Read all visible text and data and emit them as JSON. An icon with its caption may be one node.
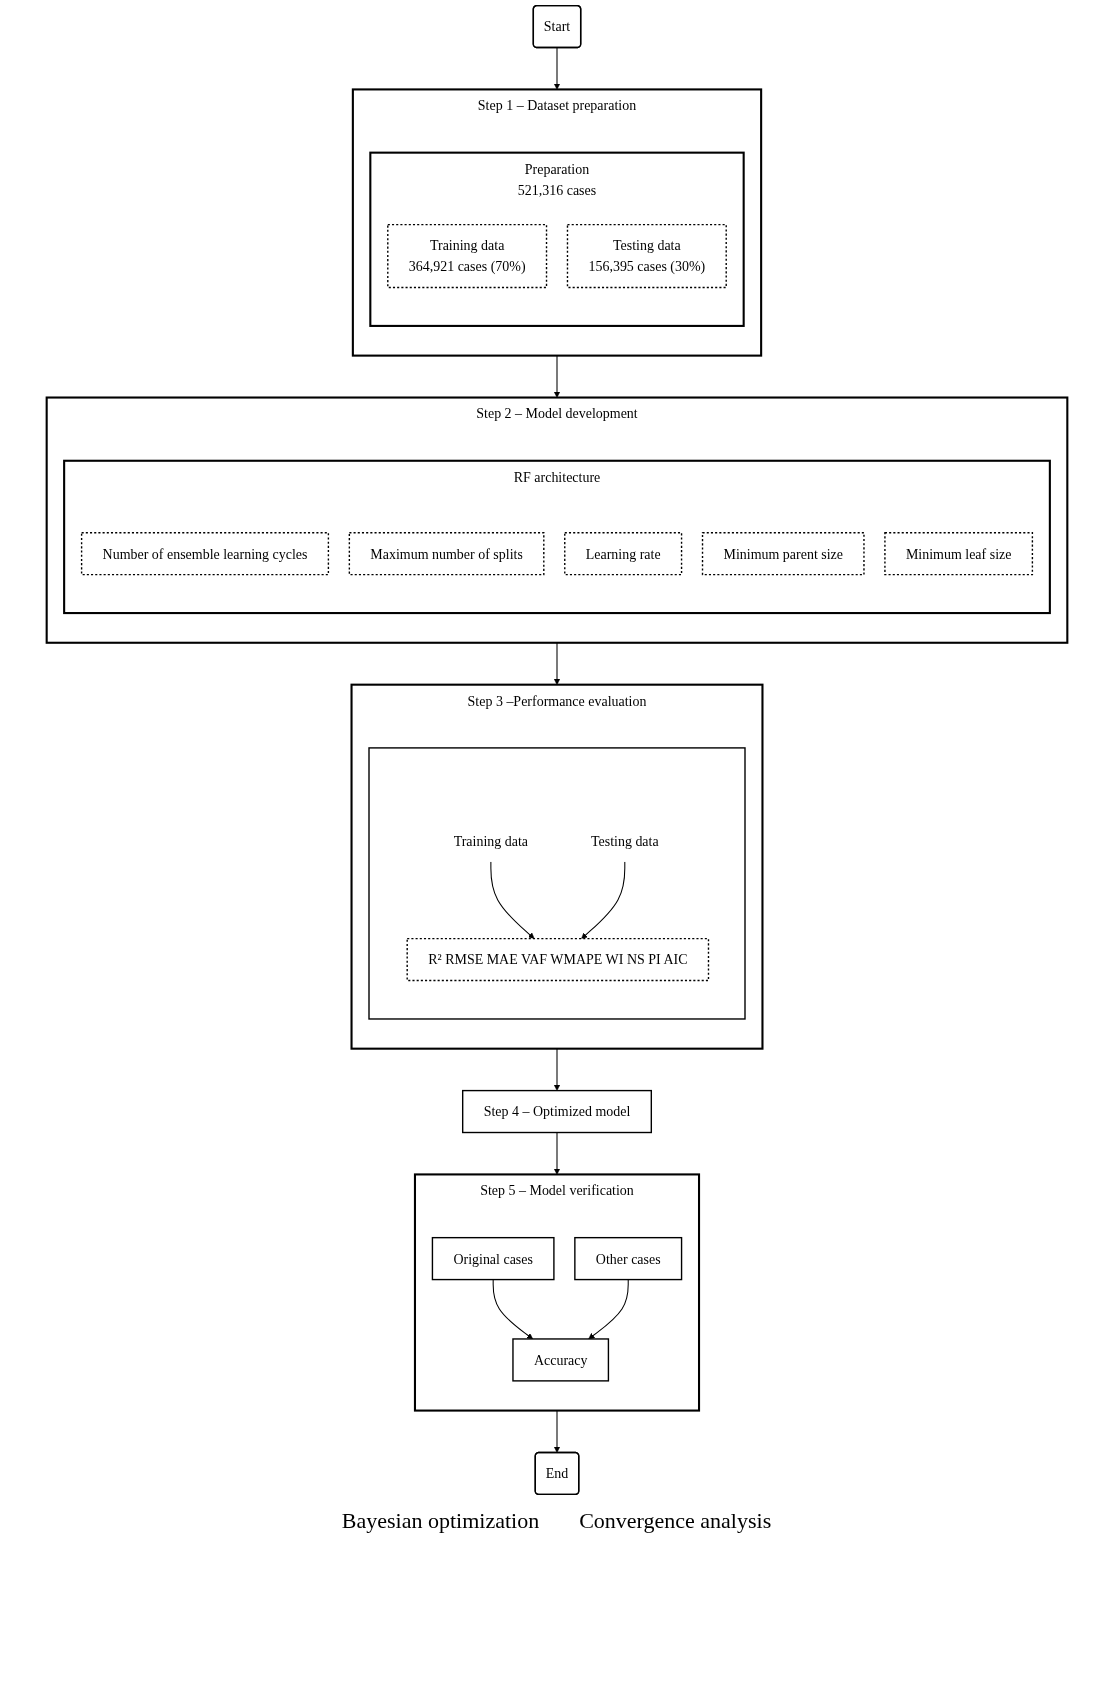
{
  "diagram": {
    "nodes": [
      {
        "text": [
          "Start"
        ]
      },
      {
        "text": [
          "Step 1 – Dataset preparation"
        ]
      },
      {
        "text": [
          "Preparation",
          "521,316 cases"
        ],
        "in": 1
      },
      {
        "text": [
          "Training data",
          "364,921 cases (70%)"
        ],
        "in": 2
      },
      {
        "text": [
          "Testing data",
          "156,395 cases (30%)"
        ],
        "in": 2
      },
      {
        "text": [
          "Step 2 – Model development"
        ]
      },
      {
        "text": [
          "RF architecture"
        ],
        "in": 5
      },
      {
        "text": [
          "Number of ensemble learning cycles"
        ],
        "in": 6
      },
      {
        "text": [
          "Maximum number of splits"
        ],
        "in": 6
      },
      {
        "text": [
          "Learning rate"
        ],
        "in": 6
      },
      {
        "text": [
          "Minimum parent size"
        ],
        "in": 6
      },
      {
        "text": [
          "Minimum leaf size"
        ],
        "in": 6
      },
      {
        "text": [
          "Step 3 –Performance evaluation"
        ]
      },
      {
        "text": [],
        "shape": "box",
        "in": 12
      },
      {
        "text": [
          "Training data"
        ],
        "in": 13
      },
      {
        "text": [
          "Testing data"
        ],
        "in": 13
      },
      {
        "text": [
          "R² RMSE MAE VAF WMAPE WI NS PI AIC"
        ],
        "in": 13
      },
      {
        "text": [
          "Step 4 – Optimized model"
        ]
      },
      {
        "text": [
          "Step 5 – Model verification"
        ]
      },
      {
        "text": [
          "Original cases"
        ],
        "in": 18
      },
      {
        "text": [
          "Other cases"
        ],
        "in": 18
      },
      {
        "text": [
          "Accuracy"
        ],
        "in": 18
      },
      {
        "text": [
          "End"
        ]
      }
    ],
    "edges": [
      {
        "from": 0,
        "to": 1,
        "arrow": "to"
      },
      {
        "from": 1,
        "to": 5,
        "arrow": "to"
      },
      {
        "from": 5,
        "to": 12,
        "arrow": "to"
      },
      {
        "from": 14,
        "to": 16,
        "arrow": "to"
      },
      {
        "from": 15,
        "to": 16,
        "arrow": "to"
      },
      {
        "from": 12,
        "to": 17,
        "arrow": "to"
      },
      {
        "from": 17,
        "to": 18,
        "arrow": "to"
      },
      {
        "from": 19,
        "to": 21,
        "arrow": "to"
      },
      {
        "from": 20,
        "to": 21,
        "arrow": "to"
      },
      {
        "from": 18,
        "to": 22,
        "arrow": "to"
      }
    ],
    "labels": [
      "Bayesian optimization",
      "Convergence analysis"
    ]
  }
}
